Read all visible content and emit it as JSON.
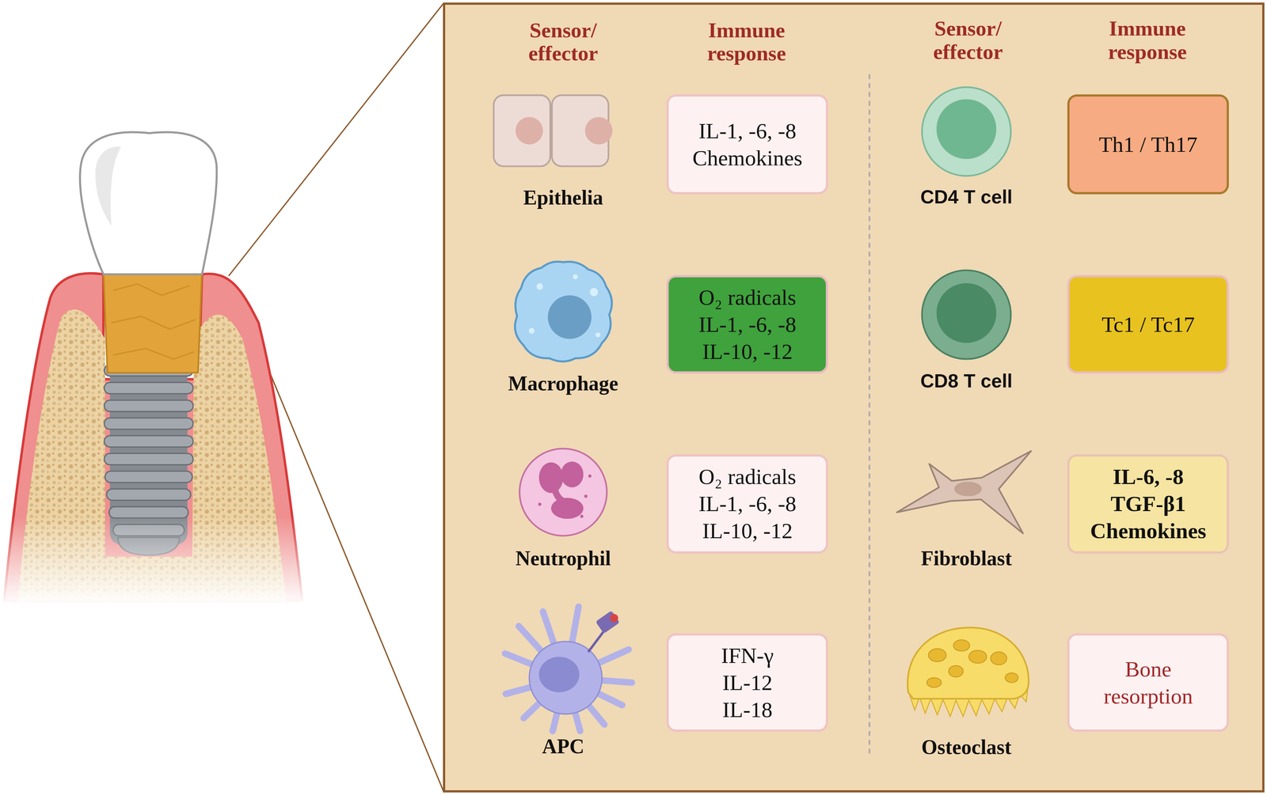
{
  "diagram": {
    "nodes": [
      {
        "text": [
          "Sensor/ effector",
          "Immune response",
          "Sensor/ effector",
          "Immune response"
        ]
      },
      {
        "text": [
          "Epithelia"
        ],
        "in": 0
      },
      {
        "text": [
          "IL-1, -6, -8",
          "Chemokines"
        ],
        "in": 0
      },
      {
        "text": [
          "CD4 T cell"
        ],
        "in": 0
      },
      {
        "text": [
          "Th1 / Th17"
        ],
        "in": 0
      },
      {
        "text": [
          "Macrophage"
        ],
        "in": 0
      },
      {
        "text": [
          "O₂ radicals",
          "IL-1, -6, -8",
          "IL-10, -12"
        ],
        "in": 0
      },
      {
        "text": [
          "CD8 T cell"
        ],
        "in": 0
      },
      {
        "text": [
          "Tc1 / Tc17"
        ],
        "in": 0
      },
      {
        "text": [
          "Neutrophil"
        ],
        "in": 0
      },
      {
        "text": [
          "O₂ radicals",
          "IL-1, -6, -8",
          "IL-10, -12"
        ],
        "in": 0
      },
      {
        "text": [
          "Fibroblast"
        ],
        "in": 0
      },
      {
        "text": [
          "IL-6, -8",
          "TGF-β1",
          "Chemokines"
        ],
        "in": 0
      },
      {
        "text": [
          "APC"
        ],
        "in": 0
      },
      {
        "text": [
          "IFN-γ",
          "IL-12",
          "IL-18"
        ],
        "in": 0
      },
      {
        "text": [
          "Osteoclast"
        ],
        "in": 0
      },
      {
        "text": [
          "Bone resorption"
        ],
        "in": 0
      }
    ]
  }
}
